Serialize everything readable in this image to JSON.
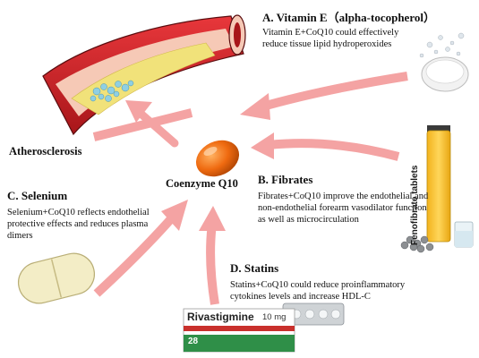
{
  "center": {
    "label": "Coenzyme Q10"
  },
  "atherosclerosis": {
    "label": "Atherosclerosis"
  },
  "vitamin_e": {
    "title": "A. Vitamin E（alpha-tocopherol）",
    "lines": [
      "Vitamin  E+CoQ10 could effectively",
      "reduce tissue lipid  hydroperoxides"
    ]
  },
  "fibrates": {
    "title": "B. Fibrates",
    "lines": [
      "Fibrates+CoQ10 improve the endothelial  and",
      "non-endothelial  forearm vasodilator function",
      "as well as microcirculation"
    ],
    "package_label": "Fenofibrate tablets"
  },
  "selenium": {
    "title": "C. Selenium",
    "lines": [
      "Selenium+CoQ10  reflects endothelial",
      "protective effects and reduces plasma",
      "dimers"
    ]
  },
  "statins": {
    "title": "D. Statins",
    "lines": [
      "Statins+CoQ10 could reduce proinflammatory",
      "cytokines levels  and increase HDL-C"
    ],
    "package_name": "Rivastigmine",
    "package_dose": "10 mg",
    "package_count": "28"
  },
  "colors": {
    "arrow": "#f4a3a3",
    "vessel_red": "#d8262b",
    "plaque": "#f1e27a",
    "coq10": "#ef6a10",
    "bottle": "#f7c531"
  }
}
